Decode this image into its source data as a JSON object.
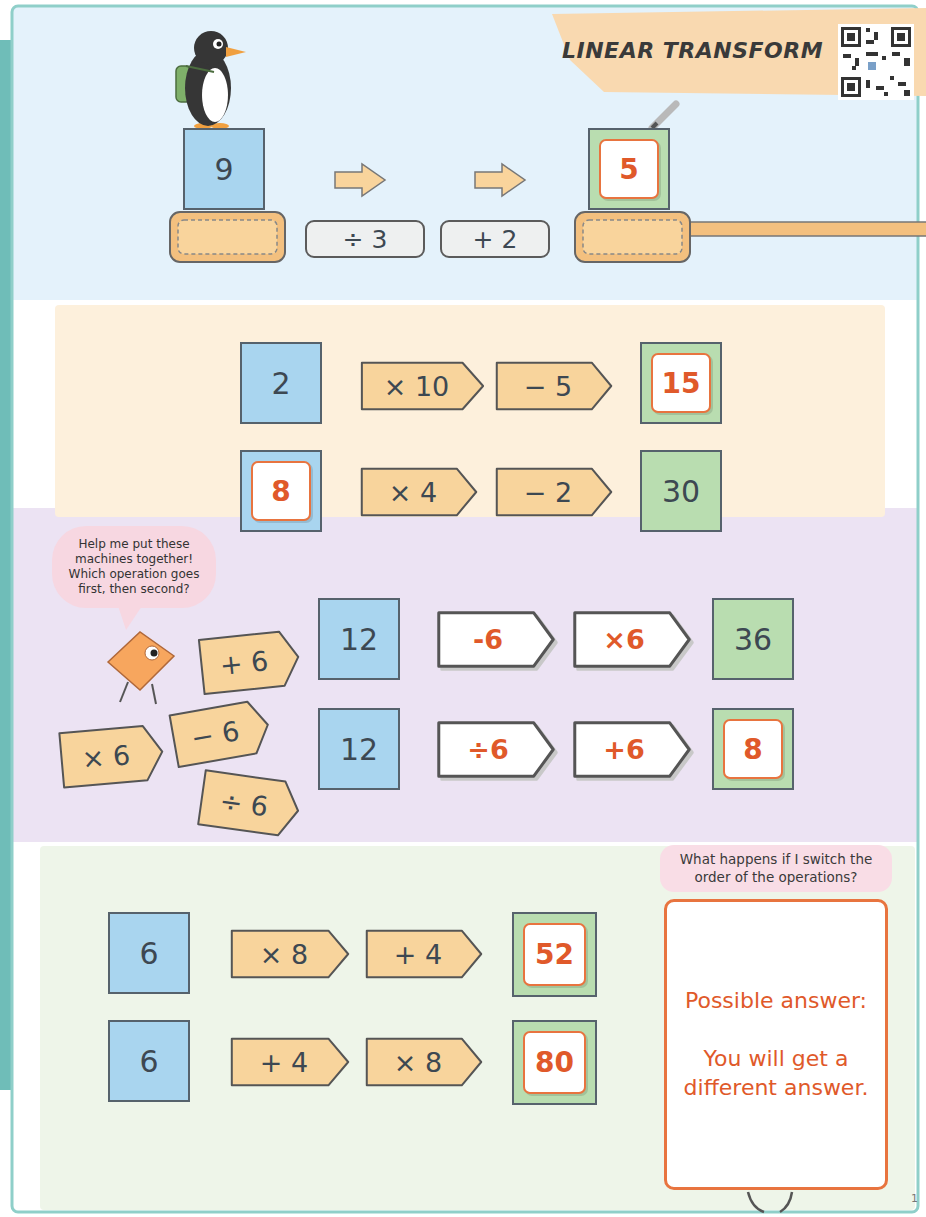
{
  "diagram": {
    "title": "LINEAR TRANSFORM",
    "nodes": [
      {
        "text": [
          "9"
        ]
      },
      {
        "text": [
          "÷ 3"
        ]
      },
      {
        "text": [
          "+ 2"
        ]
      },
      {
        "text": [
          "5"
        ]
      },
      {
        "text": [
          "2"
        ]
      },
      {
        "text": [
          "× 10"
        ]
      },
      {
        "text": [
          "− 5"
        ]
      },
      {
        "text": [
          "15"
        ]
      },
      {
        "text": [
          "8"
        ]
      },
      {
        "text": [
          "× 4"
        ]
      },
      {
        "text": [
          "− 2"
        ]
      },
      {
        "text": [
          "30"
        ]
      },
      {
        "text": [
          "Help me put these machines together! Which operation goes first, then second?"
        ]
      },
      {
        "text": [
          "+ 6"
        ]
      },
      {
        "text": [
          "12"
        ]
      },
      {
        "text": [
          "-6"
        ]
      },
      {
        "text": [
          "×6"
        ]
      },
      {
        "text": [
          "36"
        ]
      },
      {
        "text": [
          "× 6"
        ]
      },
      {
        "text": [
          "− 6"
        ]
      },
      {
        "text": [
          "12"
        ]
      },
      {
        "text": [
          "÷6"
        ]
      },
      {
        "text": [
          "+6"
        ]
      },
      {
        "text": [
          "8"
        ]
      },
      {
        "text": [
          "÷ 6"
        ]
      },
      {
        "text": [
          "6"
        ]
      },
      {
        "text": [
          "× 8"
        ]
      },
      {
        "text": [
          "+ 4"
        ]
      },
      {
        "text": [
          "52"
        ]
      },
      {
        "text": [
          "What happens if I switch the order of the operations?",
          "Possible answer:",
          "You will get a different answer."
        ]
      },
      {
        "text": [
          "6"
        ]
      },
      {
        "text": [
          "+ 4"
        ]
      },
      {
        "text": [
          "× 8"
        ]
      },
      {
        "text": [
          "80"
        ]
      }
    ],
    "labels": [
      "1"
    ]
  }
}
